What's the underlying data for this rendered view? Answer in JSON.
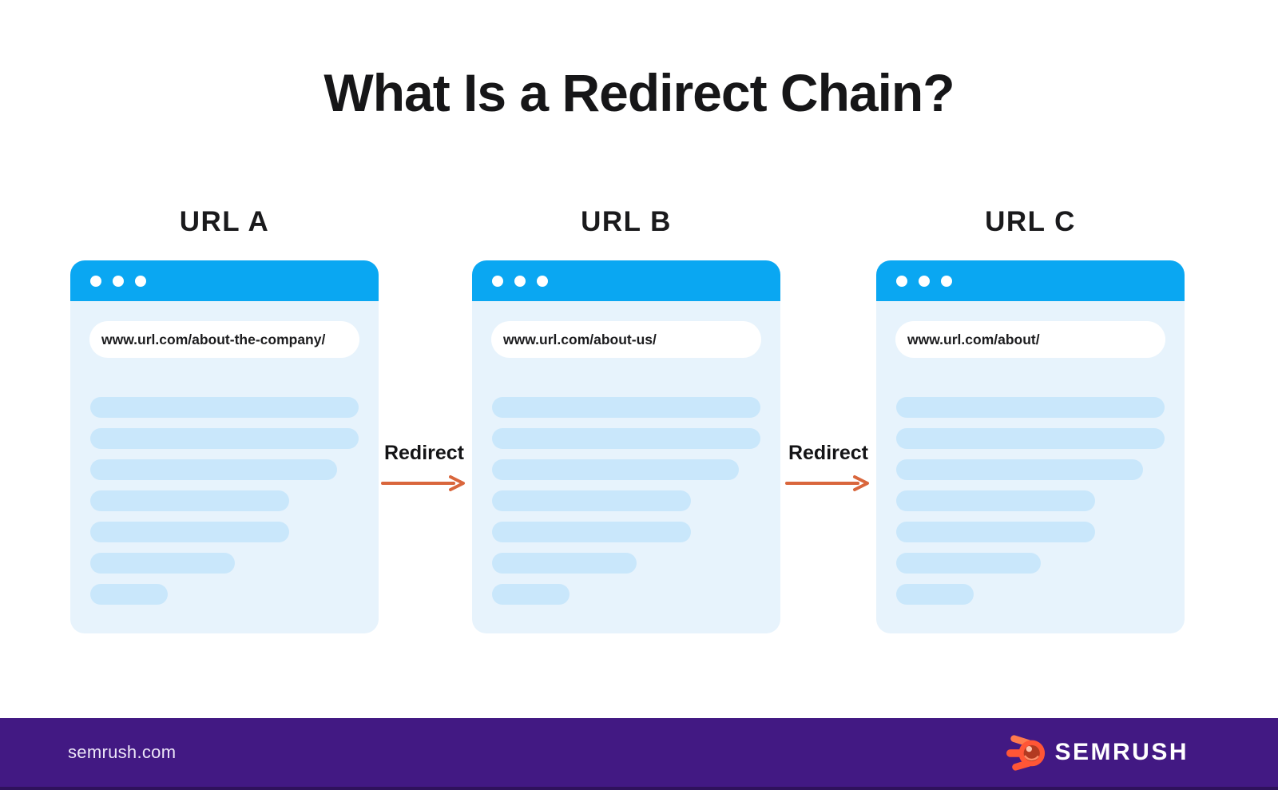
{
  "title": "What Is a Redirect Chain?",
  "browsers": [
    {
      "label": "URL A",
      "url": "www.url.com/about-the-company/",
      "lines": [
        100,
        100,
        92,
        74,
        74,
        54,
        29
      ]
    },
    {
      "label": "URL B",
      "url": "www.url.com/about-us/",
      "lines": [
        100,
        100,
        92,
        74,
        74,
        54,
        29
      ]
    },
    {
      "label": "URL C",
      "url": "www.url.com/about/",
      "lines": [
        100,
        100,
        92,
        74,
        74,
        54,
        29
      ]
    }
  ],
  "connectors": [
    {
      "label": "Redirect"
    },
    {
      "label": "Redirect"
    }
  ],
  "footer": {
    "site": "semrush.com",
    "brand": "SEMRUSH"
  },
  "colors": {
    "browser_titlebar": "#0aa7f2",
    "browser_body": "#e7f3fc",
    "skeleton_bar": "#c9e7fb",
    "arrow": "#d9663c",
    "footer_bg": "#421983",
    "logo_orange": "#ff5636",
    "title_text": "#161618"
  }
}
